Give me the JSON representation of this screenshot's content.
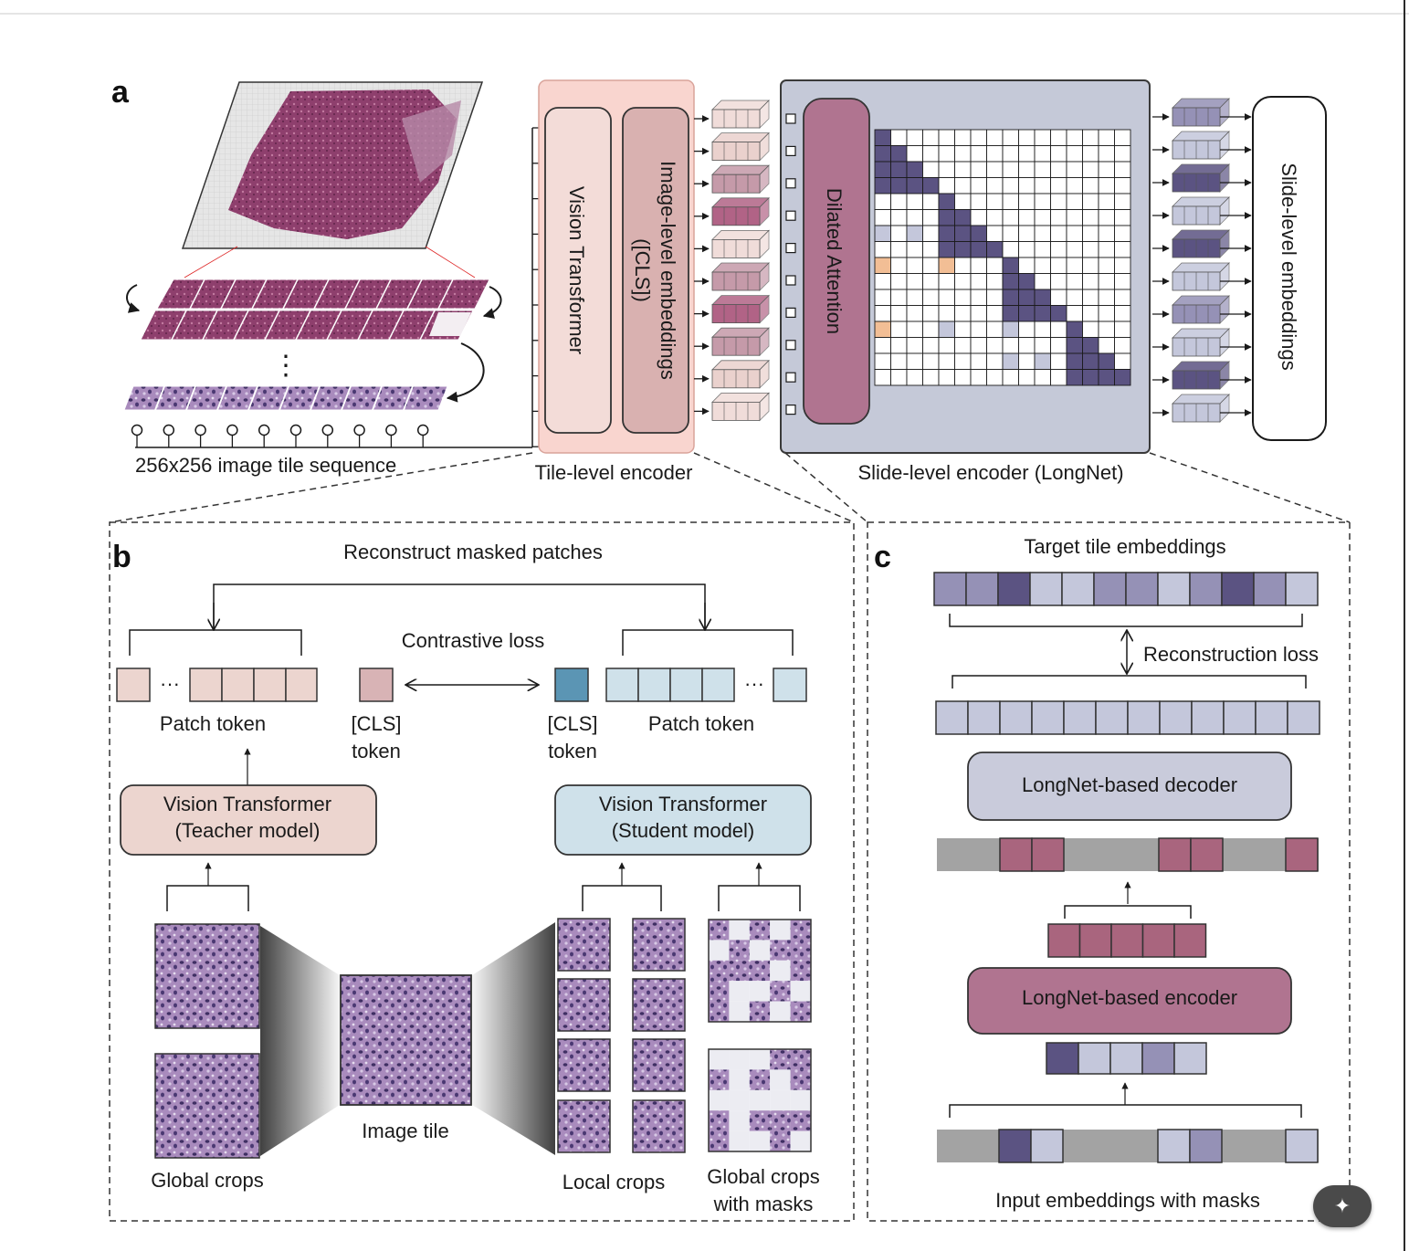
{
  "panels": {
    "a": "a",
    "b": "b",
    "c": "c"
  },
  "panel_a": {
    "tile_sequence_label": "256x256 image tile sequence",
    "ellipsis": "⋮",
    "vision_transformer": "Vision Transformer",
    "image_level_embeddings_1": "Image-level embeddings",
    "image_level_embeddings_2": "([CLS])",
    "tile_level_encoder": "Tile-level encoder",
    "dilated_attention": "Dilated Attention",
    "slide_level_encoder": "Slide-level encoder (LongNet)",
    "slide_level_embeddings": "Slide-level embeddings"
  },
  "panel_b": {
    "reconstruct_masked_patches": "Reconstruct masked patches",
    "contrastive_loss": "Contrastive loss",
    "patch_token_left": "Patch token",
    "cls_token_left_1": "[CLS]",
    "cls_token_left_2": "token",
    "cls_token_right_1": "[CLS]",
    "cls_token_right_2": "token",
    "patch_token_right": "Patch token",
    "ellipsis_left": "···",
    "ellipsis_right": "···",
    "teacher_1": "Vision Transformer",
    "teacher_2": "(Teacher model)",
    "student_1": "Vision Transformer",
    "student_2": "(Student model)",
    "global_crops": "Global crops",
    "image_tile": "Image tile",
    "local_crops": "Local crops",
    "global_crops_masks_1": "Global crops",
    "global_crops_masks_2": "with masks"
  },
  "panel_c": {
    "target_tile_embeddings": "Target tile embeddings",
    "reconstruction_loss": "Reconstruction loss",
    "longnet_decoder": "LongNet-based decoder",
    "longnet_encoder": "LongNet-based encoder",
    "input_embeddings_masks": "Input embeddings with masks"
  },
  "colors": {
    "pink_panel": "#f9d5cf",
    "slide_panel": "#c5c9d8",
    "dilated": "#b07490",
    "encoder_box": "#b07490",
    "decoder_box": "#c9cbdb",
    "teacher_box": "#ecd5cf",
    "student_box": "#cfe1ea",
    "cls_teacher": "#d8b3b5",
    "cls_student": "#5b95b4",
    "mask_gray": "#a3a3a3",
    "purple_dark": "#5b5382",
    "purple_mid": "#9591b6",
    "purple_light": "#c4c7db",
    "orange": "#f2be95",
    "magenta": "#a9657e",
    "tissue": "#8a3d6a"
  },
  "toolbar": {
    "magic_icon": "magic-wand-icon"
  }
}
